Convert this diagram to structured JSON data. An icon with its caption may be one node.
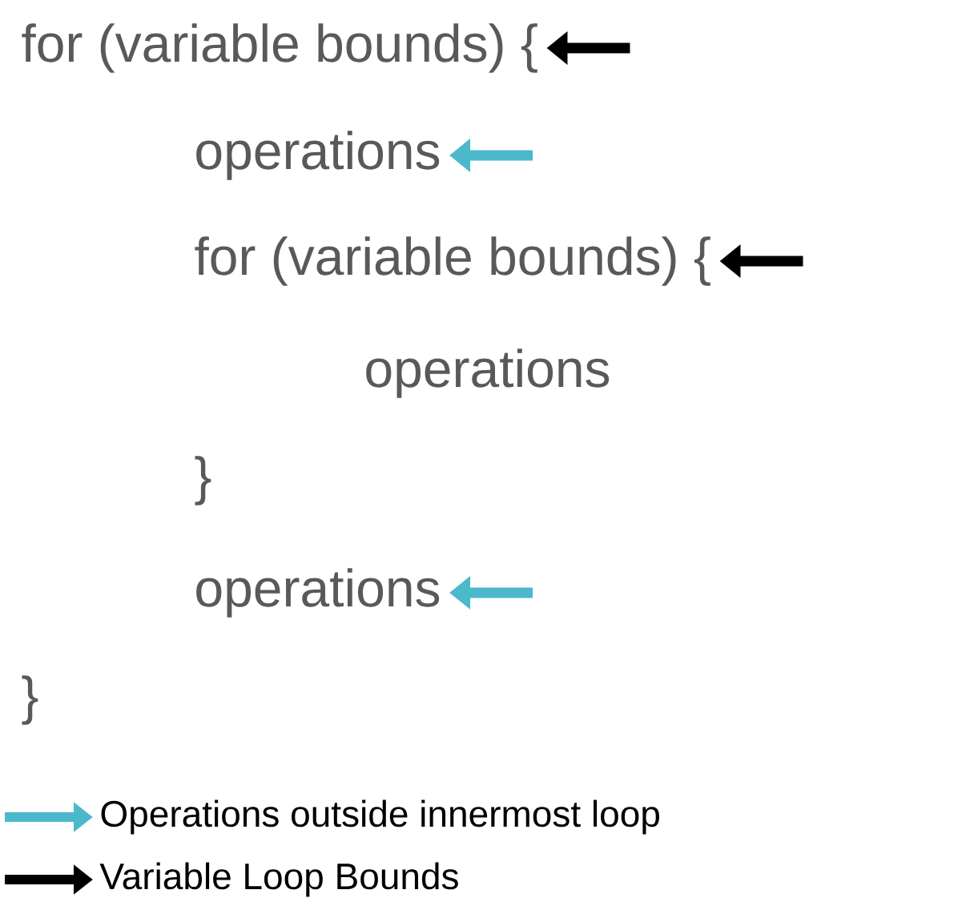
{
  "diagram": {
    "nodes": [
      {
        "text": [
          "for (variable bounds) {"
        ]
      },
      {
        "text": [
          "operations"
        ]
      },
      {
        "text": [
          "for (variable bounds) {"
        ]
      },
      {
        "text": [
          "operations"
        ]
      },
      {
        "text": [
          "}"
        ]
      },
      {
        "text": [
          "operations"
        ]
      },
      {
        "text": [
          "}"
        ]
      }
    ],
    "edges": [
      {
        "from": null,
        "to": 0,
        "arrow": "to",
        "color": "#000000"
      },
      {
        "from": null,
        "to": 1,
        "arrow": "to",
        "color": "#4bb8cc"
      },
      {
        "from": null,
        "to": 2,
        "arrow": "to",
        "color": "#000000"
      },
      {
        "from": null,
        "to": 5,
        "arrow": "to",
        "color": "#4bb8cc"
      }
    ],
    "legend": [
      {
        "text": "Operations outside innermost loop",
        "color": "#4bb8cc"
      },
      {
        "text": "Variable Loop Bounds",
        "color": "#000000"
      }
    ]
  }
}
